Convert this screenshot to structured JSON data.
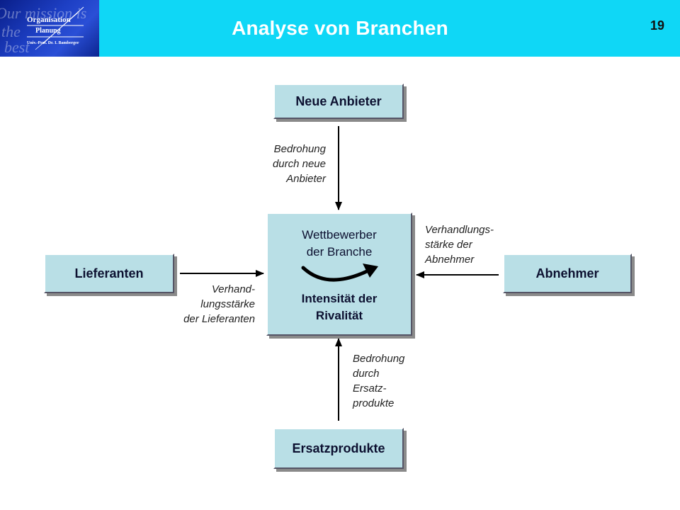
{
  "header": {
    "title": "Analyse von Branchen",
    "page_number": "19",
    "logo": {
      "line1": "Organisation",
      "line2": "Planung",
      "line3": "Univ.-Prof. Dr. I. Bamberger",
      "background_text": [
        "Our mission is",
        "the",
        "best"
      ]
    }
  },
  "diagram": {
    "top_box": "Neue Anbieter",
    "left_box": "Lieferanten",
    "right_box": "Abnehmer",
    "bottom_box": "Ersatzprodukte",
    "center": {
      "line1": "Wettbewerber",
      "line2": "der Branche",
      "line3": "Intensität der",
      "line4": "Rivalität"
    },
    "labels": {
      "top": [
        "Bedrohung",
        "durch neue",
        "Anbieter"
      ],
      "left": [
        "Verhand-",
        "lungsstärke",
        "der Lieferanten"
      ],
      "right": [
        "Verhandlungs-",
        "stärke der",
        "Abnehmer"
      ],
      "bottom": [
        "Bedrohung",
        "durch",
        "Ersatz-",
        "produkte"
      ]
    }
  },
  "colors": {
    "header_bg": "#0fd7f6",
    "box_fill": "#b9dfe6",
    "text_dark": "#0c1030"
  }
}
